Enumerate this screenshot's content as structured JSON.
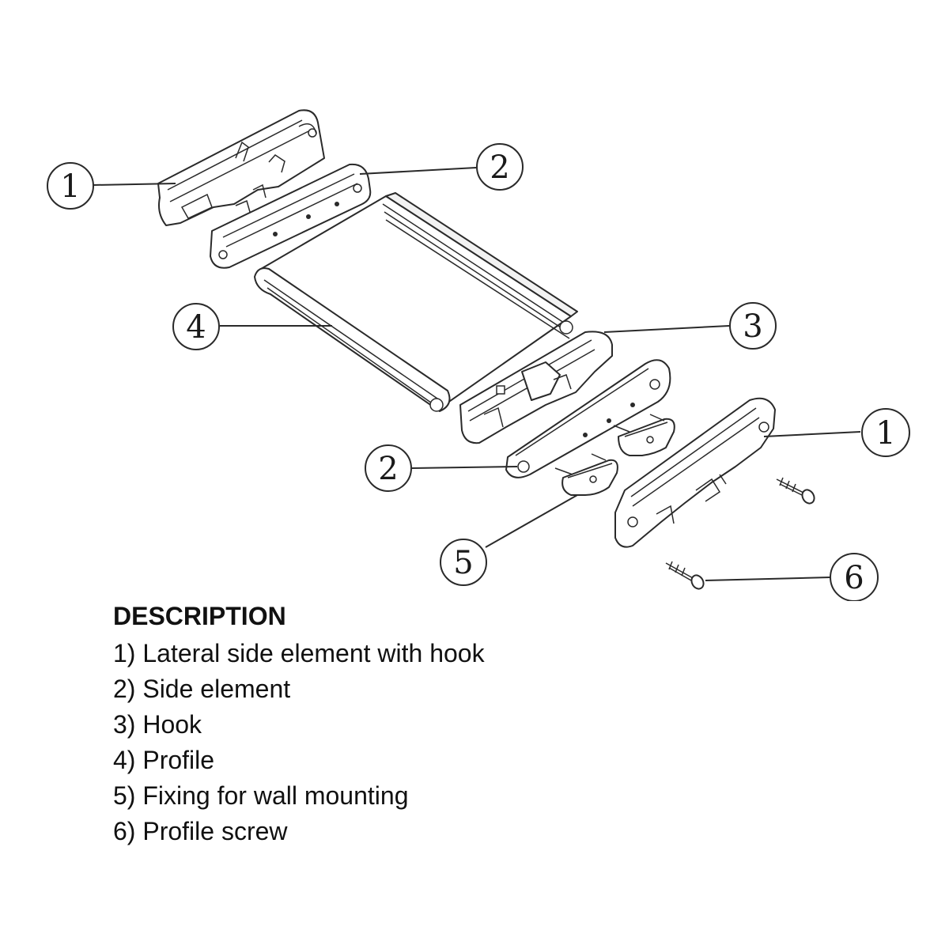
{
  "callouts": [
    {
      "number": "1",
      "part": "Lateral side element with hook"
    },
    {
      "number": "2",
      "part": "Side element"
    },
    {
      "number": "4",
      "part": "Profile"
    },
    {
      "number": "3",
      "part": "Hook"
    },
    {
      "number": "1",
      "part": "Lateral side element with hook"
    },
    {
      "number": "2",
      "part": "Side element"
    },
    {
      "number": "5",
      "part": "Fixing for wall mounting"
    },
    {
      "number": "6",
      "part": "Profile screw"
    }
  ],
  "legend": {
    "title": "DESCRIPTION",
    "items": [
      "1) Lateral side element with hook",
      "2) Side element",
      "3) Hook",
      "4) Profile",
      "5) Fixing for wall mounting",
      "6) Profile screw"
    ]
  }
}
